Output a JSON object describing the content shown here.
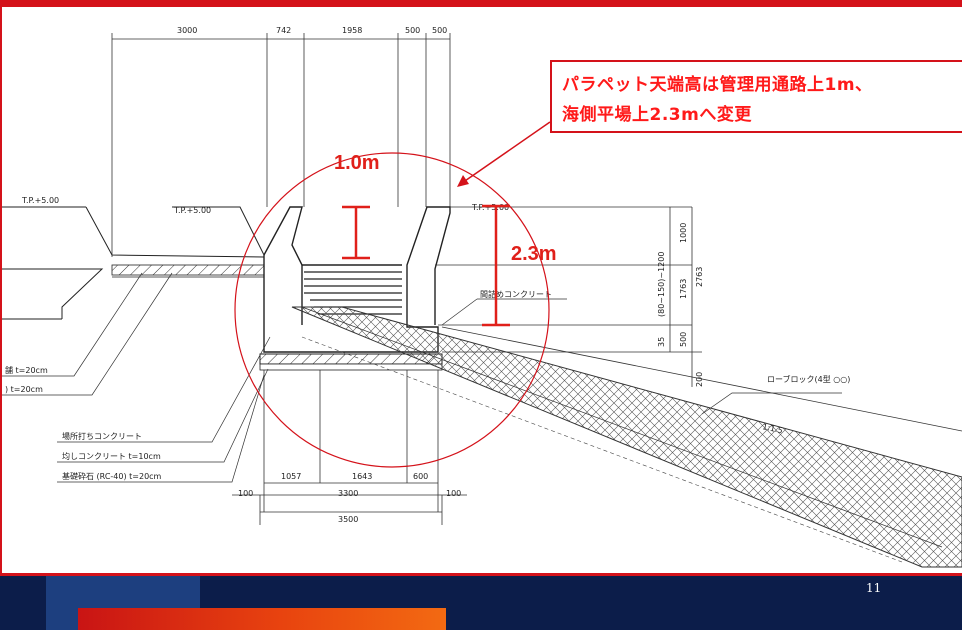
{
  "callout": {
    "line1": "パラペット天端高は管理用通路上1m、",
    "line2": "海側平場上2.3mへ変更"
  },
  "labels": {
    "height_1": "1.0m",
    "height_2": "2.3m"
  },
  "dimensions_top": [
    "3000",
    "742",
    "1958",
    "500",
    "500"
  ],
  "dimensions_bottom": [
    "1057",
    "1643",
    "600"
  ],
  "dimension_100_left": "100",
  "dimension_100_right": "100",
  "dimension_3300": "3300",
  "dimension_3500": "3500",
  "dimensions_right": [
    "1000",
    "(80~150)~1200",
    "1763",
    "2763",
    "35",
    "500",
    "200"
  ],
  "annotations": {
    "concrete_fill": "間詰めコンクリート",
    "block_label": "ローブロック(4型 ○○)",
    "pave_left": "舗 t=20cm",
    "pave_left_2": ") t=20cm",
    "cast_concrete": "場所打ちコンクリート",
    "leveling_concrete": "均しコンクリート t=10cm",
    "base_gravel": "基礎砕石 (RC-40) t=20cm",
    "slope_ratio": "1:1.5",
    "tp_left": "T.P.+5.00",
    "tp_mid": "T.P.+5.00",
    "tp_right": "T.P.+5.00"
  },
  "footer": {
    "page_number": "11"
  },
  "colors": {
    "accent_red": "#d4121a",
    "callout_text": "#ff1a1a",
    "footer_navy": "#0c1d4a",
    "footer_blue": "#1d3f7f"
  }
}
